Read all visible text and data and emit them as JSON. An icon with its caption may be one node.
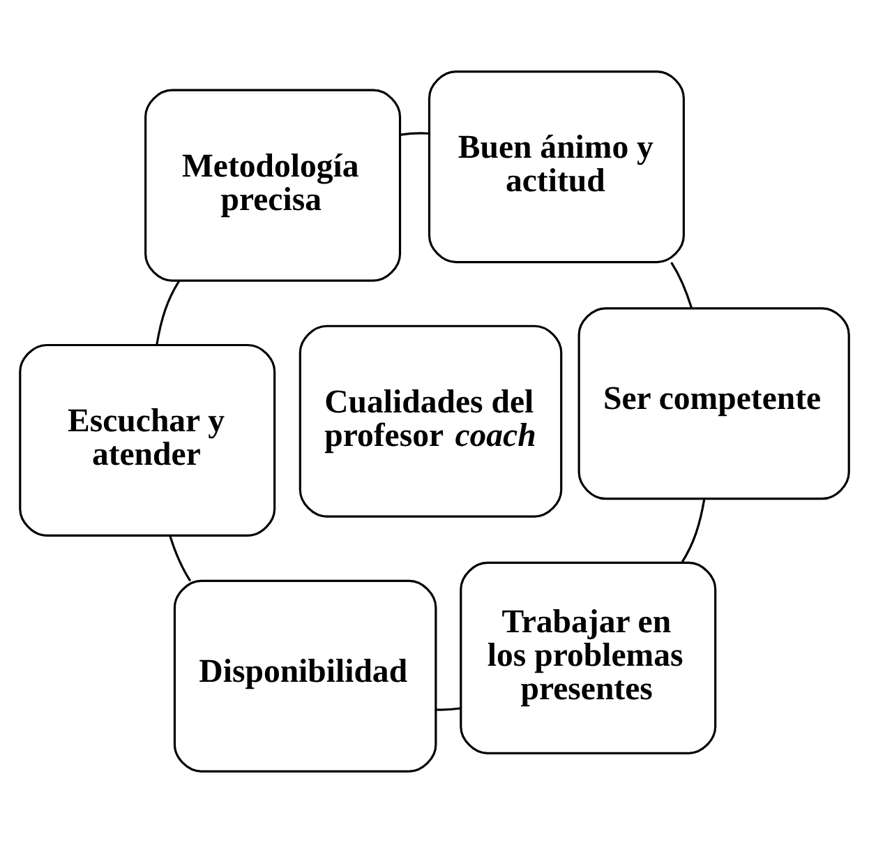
{
  "diagram": {
    "nodes": [
      {
        "text": [
          "Escuchar y atender"
        ]
      },
      {
        "text": [
          "Disponibilidad"
        ]
      },
      {
        "text": [
          "Trabajar en los problemas presentes"
        ]
      },
      {
        "text": [
          "Ser competente"
        ]
      },
      {
        "text": [
          "Buen ánimo y actitud"
        ]
      },
      {
        "text": [
          "Metodología precisa"
        ]
      },
      {
        "text": [
          "Cualidades del profesor *coach*"
        ]
      }
    ],
    "edges": [
      {
        "from": 0,
        "to": 1,
        "arrow": "none"
      },
      {
        "from": 1,
        "to": 2,
        "arrow": "none"
      },
      {
        "from": 2,
        "to": 3,
        "arrow": "none"
      },
      {
        "from": 3,
        "to": 4,
        "arrow": "none"
      },
      {
        "from": 4,
        "to": 5,
        "arrow": "none"
      },
      {
        "from": 5,
        "to": 0,
        "arrow": "none"
      }
    ]
  }
}
